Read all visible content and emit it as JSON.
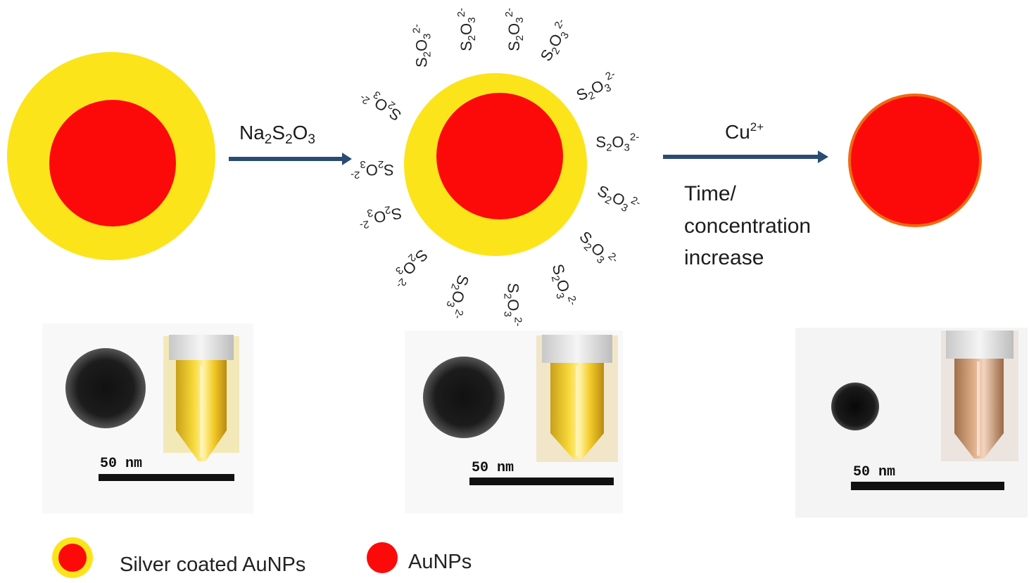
{
  "colors": {
    "silver_shell": "#fbe41a",
    "gold_core": "#fc0a0a",
    "gold_core_outline": "#f06a10",
    "arrow": "#2a4c72",
    "tem_particle": "#1a1a1a"
  },
  "reagents": {
    "step1": {
      "base": "Na",
      "sub1": "2",
      "mid": "S",
      "sub2": "2",
      "tail": "O",
      "sub3": "3"
    },
    "step2": {
      "base": "Cu",
      "sup": "2+"
    },
    "step2_note_lines": [
      "Time/",
      "concentration",
      "increase"
    ]
  },
  "thiosulfate_ion": {
    "s": "S",
    "s_sub": "2",
    "o": "O",
    "o_sub": "3",
    "charge": "2-"
  },
  "tem_panels": [
    {
      "scale_label": "50  nm",
      "tube_color": "yellow"
    },
    {
      "scale_label": "50  nm",
      "tube_color": "yellow"
    },
    {
      "scale_label": "50  nm",
      "tube_color": "copper"
    }
  ],
  "legend": [
    {
      "label": "Silver coated AuNPs",
      "marker": "core-shell"
    },
    {
      "label": "AuNPs",
      "marker": "core"
    }
  ]
}
